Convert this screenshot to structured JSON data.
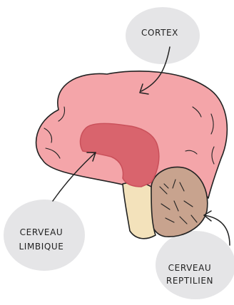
{
  "labels": {
    "cortex": "CORTEX",
    "limbic_line1": "CERVEAU",
    "limbic_line2": "LIMBIQUE",
    "reptilian_line1": "CERVEAU",
    "reptilian_line2": "REPTILIEN"
  },
  "colors": {
    "background": "#ffffff",
    "label_bubble": "#e5e5e7",
    "cortex": "#f4a5a9",
    "limbic": "#d9646d",
    "limbic_outline": "#c9505a",
    "brainstem": "#f3e2bb",
    "cerebellum": "#c8a38e",
    "ink": "#222222"
  }
}
